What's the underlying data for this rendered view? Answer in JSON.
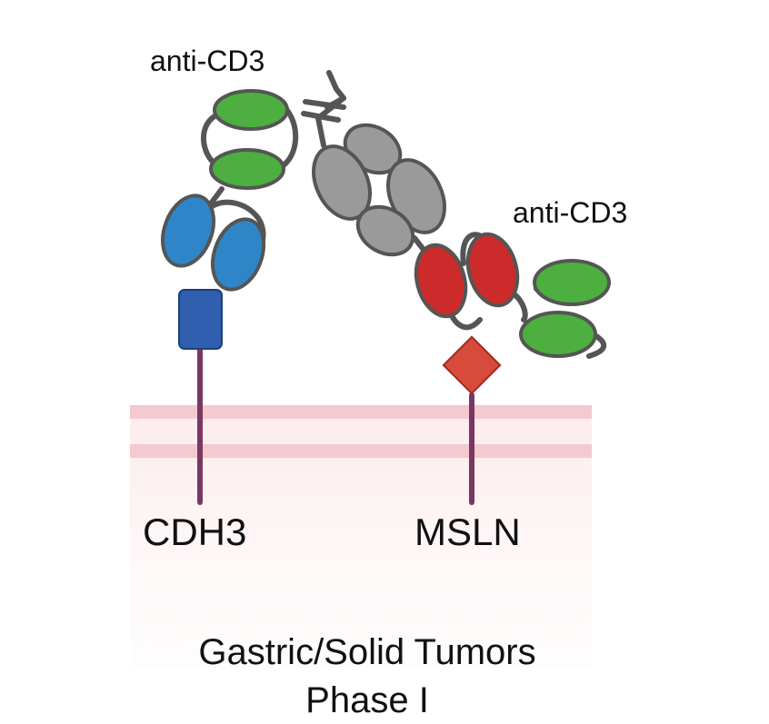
{
  "labels": {
    "anti_cd3_left": "anti-CD3",
    "anti_cd3_right": "anti-CD3",
    "target_left": "CDH3",
    "target_right": "MSLN"
  },
  "caption": {
    "line1": "Gastric/Solid Tumors",
    "line2": "Phase I"
  },
  "colors": {
    "anti_cd3_domain": "#4caf3f",
    "cdh3_binder": "#2e86c8",
    "msln_binder": "#cc2b2b",
    "fc_domain": "#9a9a9a",
    "cdh3_antigen": "#2f5fae",
    "msln_antigen": "#d84a3c",
    "stalk": "#7a3860",
    "linker": "#555555",
    "membrane_band": "#f4c9cf",
    "membrane_bg": "#fdf0f0"
  }
}
